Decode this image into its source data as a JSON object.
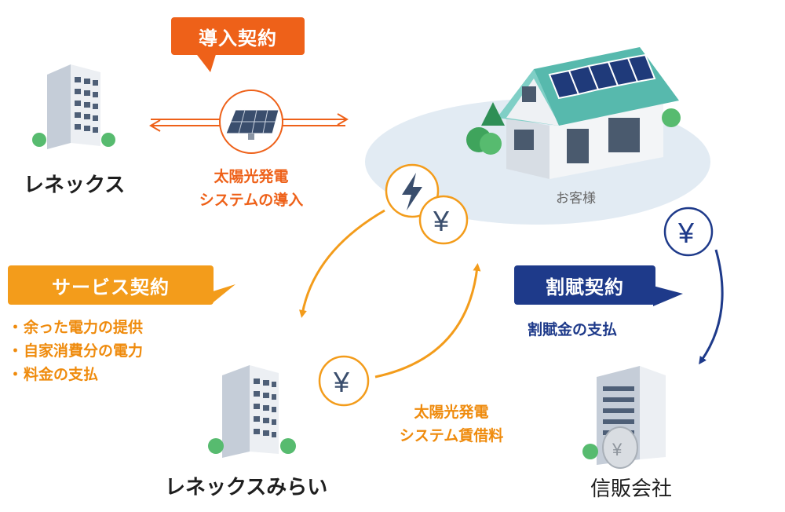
{
  "contracts": {
    "introduction": {
      "label": "導入契約",
      "detail": [
        "太陽光発電",
        "システムの導入"
      ],
      "color": "#ee6119"
    },
    "service": {
      "label": "サービス契約",
      "items": [
        "余った電力の提供",
        "自家消費分の電力",
        "料金の支払"
      ],
      "color": "#f39c1b"
    },
    "installment": {
      "label": "割賦契約",
      "detail": "割賦金の支払",
      "color": "#1e3a8a"
    }
  },
  "parties": {
    "renex": "レネックス",
    "renex_mirai": "レネックスみらい",
    "credit_company": "信販会社",
    "customer": "お客様"
  },
  "rental_fee": [
    "太陽光発電",
    "システム賃借料"
  ],
  "icons": {
    "yen": "¥",
    "names": [
      "solar-panel-icon",
      "lightning-icon",
      "yen-icon",
      "house-icon",
      "office-building-icon",
      "coin-icon"
    ]
  },
  "colors": {
    "orange": "#ee6119",
    "amber": "#f39c1b",
    "navy": "#1e3a8a",
    "ellipse": "#e2ebf3"
  }
}
